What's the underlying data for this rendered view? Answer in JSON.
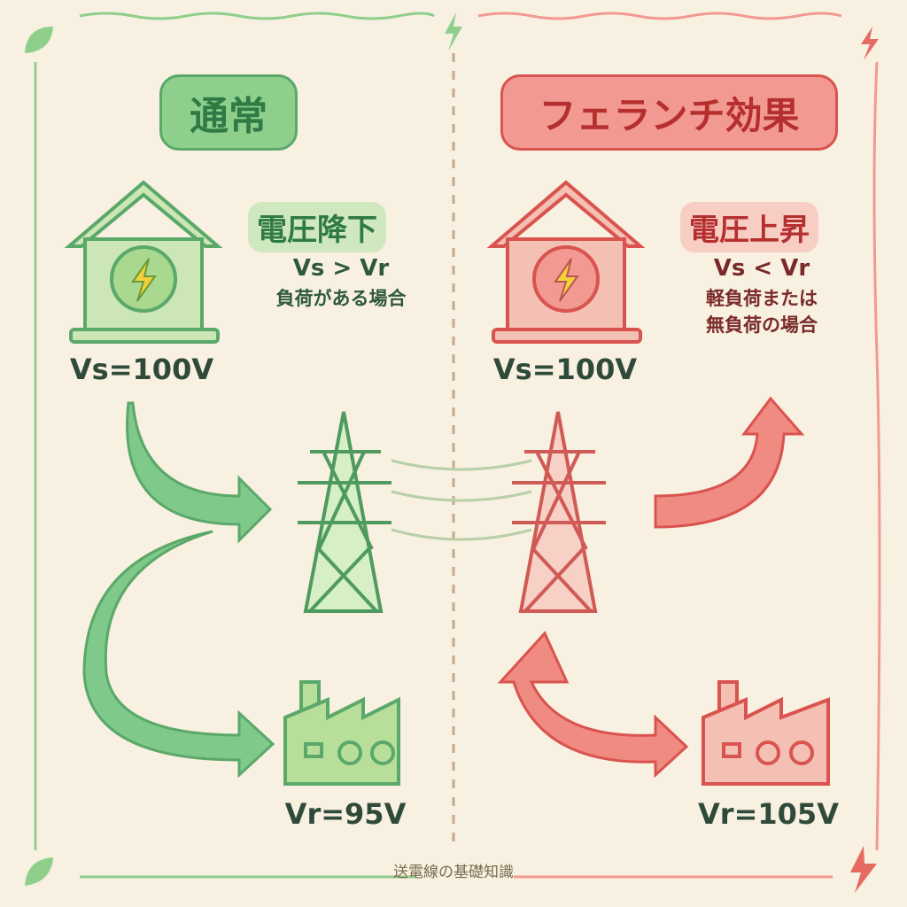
{
  "left": {
    "title": "通常",
    "subtitle": "電圧降下",
    "relation": "Vs > Vr",
    "condition": "負荷がある場合",
    "vs": "Vs=100V",
    "vr": "Vr=95V",
    "color": "#5aa86a"
  },
  "right": {
    "title": "フェランチ効果",
    "subtitle": "電圧上昇",
    "relation": "Vs < Vr",
    "condition_line1": "軽負荷または",
    "condition_line2": "無負荷の場合",
    "vs": "Vs=100V",
    "vr": "Vr=105V",
    "color": "#d9534f"
  },
  "footer": "送電線の基礎知識"
}
